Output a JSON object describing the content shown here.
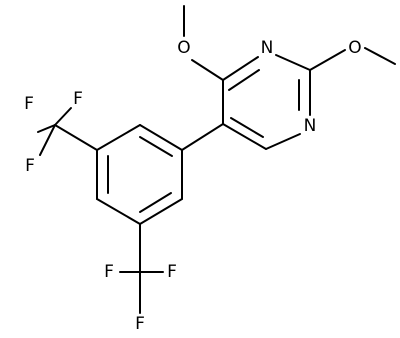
{
  "molecule": {
    "atoms": {
      "f1": "F",
      "f2": "F",
      "f3": "F",
      "f4": "F",
      "f5": "F",
      "f6": "F",
      "n1": "N",
      "n2": "N",
      "o1": "O",
      "o2": "O"
    },
    "colors": {
      "bond": "#000000",
      "label": "#000000",
      "background": "#ffffff"
    }
  }
}
